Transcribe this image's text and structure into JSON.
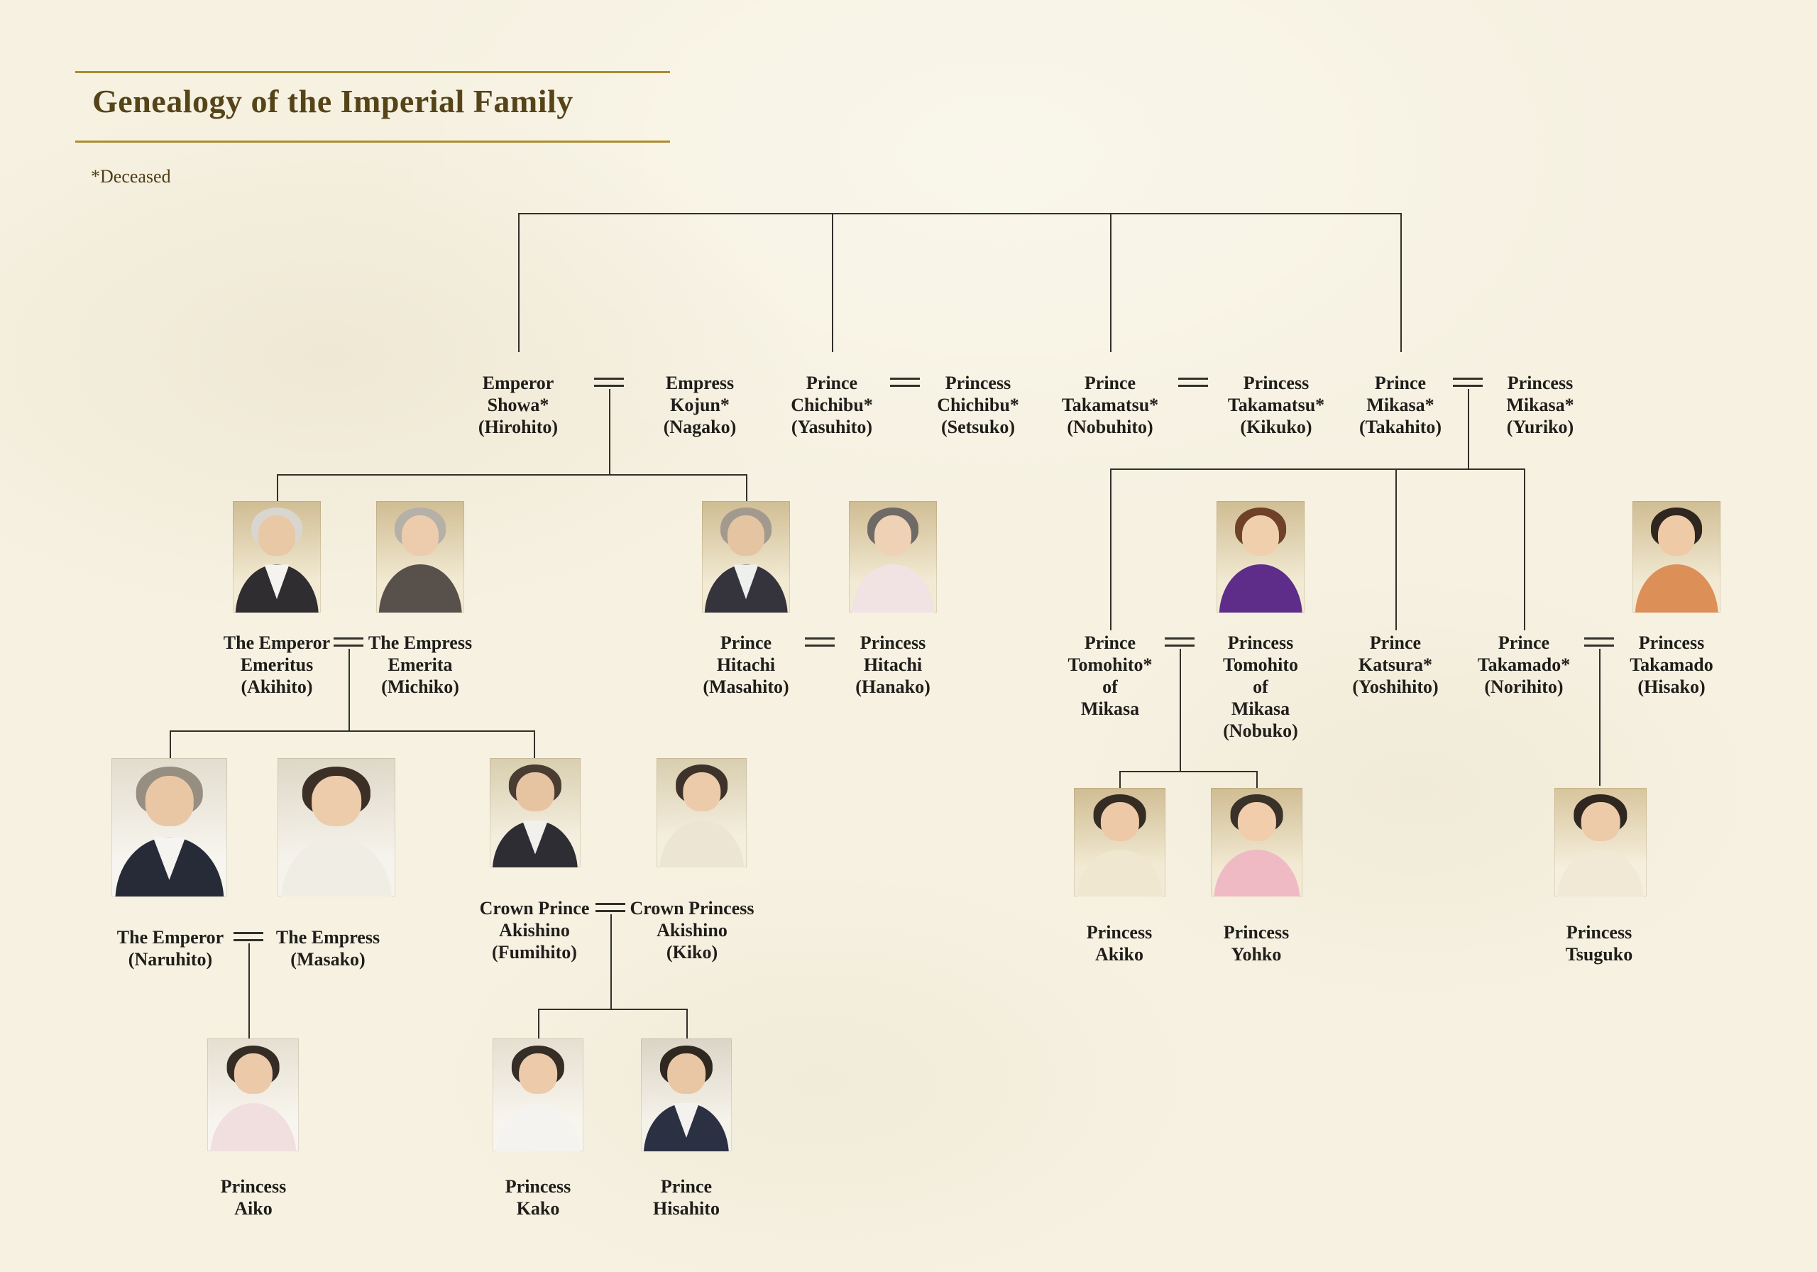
{
  "header": {
    "title": "Genealogy of the Imperial Family",
    "deceased_note": "*Deceased"
  },
  "colors": {
    "background": "#f6f1e1",
    "title_text": "#564419",
    "gold_rule": "#ab8c2f",
    "tree_line": "#32302b",
    "label_text": "#201e1b"
  },
  "people": {
    "showa": {
      "label": "Emperor\nShowa*\n(Hirohito)"
    },
    "kojun": {
      "label": "Empress\nKojun*\n(Nagako)"
    },
    "chichibu": {
      "label": "Prince\nChichibu*\n(Yasuhito)"
    },
    "chichibu_p": {
      "label": "Princess\nChichibu*\n(Setsuko)"
    },
    "takamatsu": {
      "label": "Prince\nTakamatsu*\n(Nobuhito)"
    },
    "takamatsu_p": {
      "label": "Princess\nTakamatsu*\n(Kikuko)"
    },
    "mikasa": {
      "label": "Prince\nMikasa*\n(Takahito)"
    },
    "mikasa_p": {
      "label": "Princess\nMikasa*\n(Yuriko)"
    },
    "akihito": {
      "label": "The Emperor\nEmeritus\n(Akihito)",
      "photo": {
        "bg1": "#cfbc92",
        "bg2": "#f2ead3",
        "hair": "#d9d6cf",
        "skin": "#e9c8a6",
        "cloth": "#2f2d30",
        "shirt": "#f4f3ef"
      }
    },
    "michiko": {
      "label": "The Empress\nEmerita\n(Michiko)",
      "photo": {
        "bg1": "#cfbc92",
        "bg2": "#f2ead3",
        "hair": "#b5b0a8",
        "skin": "#ecccac",
        "cloth": "#57504b"
      }
    },
    "masahito": {
      "label": "Prince\nHitachi\n(Masahito)",
      "photo": {
        "bg1": "#cfbc92",
        "bg2": "#f2ead3",
        "hair": "#a29a8e",
        "skin": "#e5c4a2",
        "cloth": "#35343c",
        "shirt": "#eef0ee"
      }
    },
    "hanako": {
      "label": "Princess\nHitachi\n(Hanako)",
      "photo": {
        "bg1": "#cfbc92",
        "bg2": "#f2ead3",
        "hair": "#6f6a66",
        "skin": "#efd2b6",
        "cloth": "#f1e3e4"
      }
    },
    "tomohito": {
      "label": "Prince\nTomohito*\nof\nMikasa"
    },
    "nobuko": {
      "label": "Princess\nTomohito\nof\nMikasa\n(Nobuko)",
      "photo": {
        "bg1": "#cfbc92",
        "bg2": "#f2ead3",
        "hair": "#6e4128",
        "skin": "#f0cfad",
        "cloth": "#5e2d8a"
      }
    },
    "katsura": {
      "label": "Prince\nKatsura*\n(Yoshihito)"
    },
    "takamado": {
      "label": "Prince\nTakamado*\n(Norihito)"
    },
    "hisako": {
      "label": "Princess\nTakamado\n(Hisako)",
      "photo": {
        "bg1": "#cfbc92",
        "bg2": "#f2ead3",
        "hair": "#2f2620",
        "skin": "#eecaa7",
        "cloth": "#dd8f58"
      }
    },
    "naruhito": {
      "label": "The Emperor\n(Naruhito)",
      "photo": {
        "bg1": "#e2dccd",
        "bg2": "#f7f5ef",
        "hair": "#968e80",
        "skin": "#e9c7a5",
        "cloth": "#272b38",
        "shirt": "#f5f4f1"
      }
    },
    "masako": {
      "label": "The Empress\n(Masako)",
      "photo": {
        "bg1": "#ded7c7",
        "bg2": "#f6f3ec",
        "hair": "#3b2f26",
        "skin": "#ecccab",
        "cloth": "#f0ede5"
      }
    },
    "fumihito": {
      "label": "Crown Prince\nAkishino\n(Fumihito)",
      "photo": {
        "bg1": "#d8cdae",
        "bg2": "#f4eede",
        "hair": "#4a3c32",
        "skin": "#e7c4a1",
        "cloth": "#2e2d34",
        "shirt": "#f1f0ed"
      }
    },
    "kiko": {
      "label": "Crown Princess\nAkishino\n(Kiko)",
      "photo": {
        "bg1": "#d8cdae",
        "bg2": "#f4eede",
        "hair": "#3d332a",
        "skin": "#eccbaa",
        "cloth": "#ece5d3"
      }
    },
    "akiko": {
      "label": "Princess\nAkiko",
      "photo": {
        "bg1": "#cfbc92",
        "bg2": "#f2ead3",
        "hair": "#352c23",
        "skin": "#edc9a7",
        "cloth": "#f0e7d0"
      }
    },
    "yohko": {
      "label": "Princess\nYohko",
      "photo": {
        "bg1": "#cfbc92",
        "bg2": "#f2ead3",
        "hair": "#3a3129",
        "skin": "#f1cdac",
        "cloth": "#f0bac4"
      }
    },
    "tsuguko": {
      "label": "Princess\nTsuguko",
      "photo": {
        "bg1": "#d7c49b",
        "bg2": "#f6efdd",
        "hair": "#2f2720",
        "skin": "#edcaa8",
        "cloth": "#f1e9d6"
      }
    },
    "aiko": {
      "label": "Princess\nAiko",
      "photo": {
        "bg1": "#e6dfd0",
        "bg2": "#f8f5ee",
        "hair": "#352d25",
        "skin": "#eccaa9",
        "cloth": "#f1dfdf"
      }
    },
    "kako": {
      "label": "Princess\nKako",
      "photo": {
        "bg1": "#e6dfd0",
        "bg2": "#f8f5ee",
        "hair": "#362e26",
        "skin": "#edcbaa",
        "cloth": "#f5f3ef"
      }
    },
    "hisahito": {
      "label": "Prince\nHisahito",
      "photo": {
        "bg1": "#dbd4c5",
        "bg2": "#f5f2ea",
        "hair": "#2f2821",
        "skin": "#e9c6a4",
        "cloth": "#2b3143",
        "shirt": "#f3f2ee"
      }
    }
  },
  "structure": {
    "generation1_siblings": [
      "showa",
      "chichibu",
      "takamatsu",
      "mikasa"
    ],
    "marriages": [
      {
        "husband": "showa",
        "wife": "kojun",
        "children": [
          "akihito",
          "masahito"
        ]
      },
      {
        "husband": "chichibu",
        "wife": "chichibu_p",
        "children": []
      },
      {
        "husband": "takamatsu",
        "wife": "takamatsu_p",
        "children": []
      },
      {
        "husband": "mikasa",
        "wife": "mikasa_p",
        "children": [
          "tomohito",
          "katsura",
          "takamado"
        ]
      },
      {
        "husband": "akihito",
        "wife": "michiko",
        "children": [
          "naruhito",
          "fumihito"
        ]
      },
      {
        "husband": "masahito",
        "wife": "hanako",
        "children": []
      },
      {
        "husband": "tomohito",
        "wife": "nobuko",
        "children": [
          "akiko",
          "yohko"
        ]
      },
      {
        "husband": "takamado",
        "wife": "hisako",
        "children": [
          "tsuguko"
        ]
      },
      {
        "husband": "naruhito",
        "wife": "masako",
        "children": [
          "aiko"
        ]
      },
      {
        "husband": "fumihito",
        "wife": "kiko",
        "children": [
          "kako",
          "hisahito"
        ]
      }
    ]
  }
}
